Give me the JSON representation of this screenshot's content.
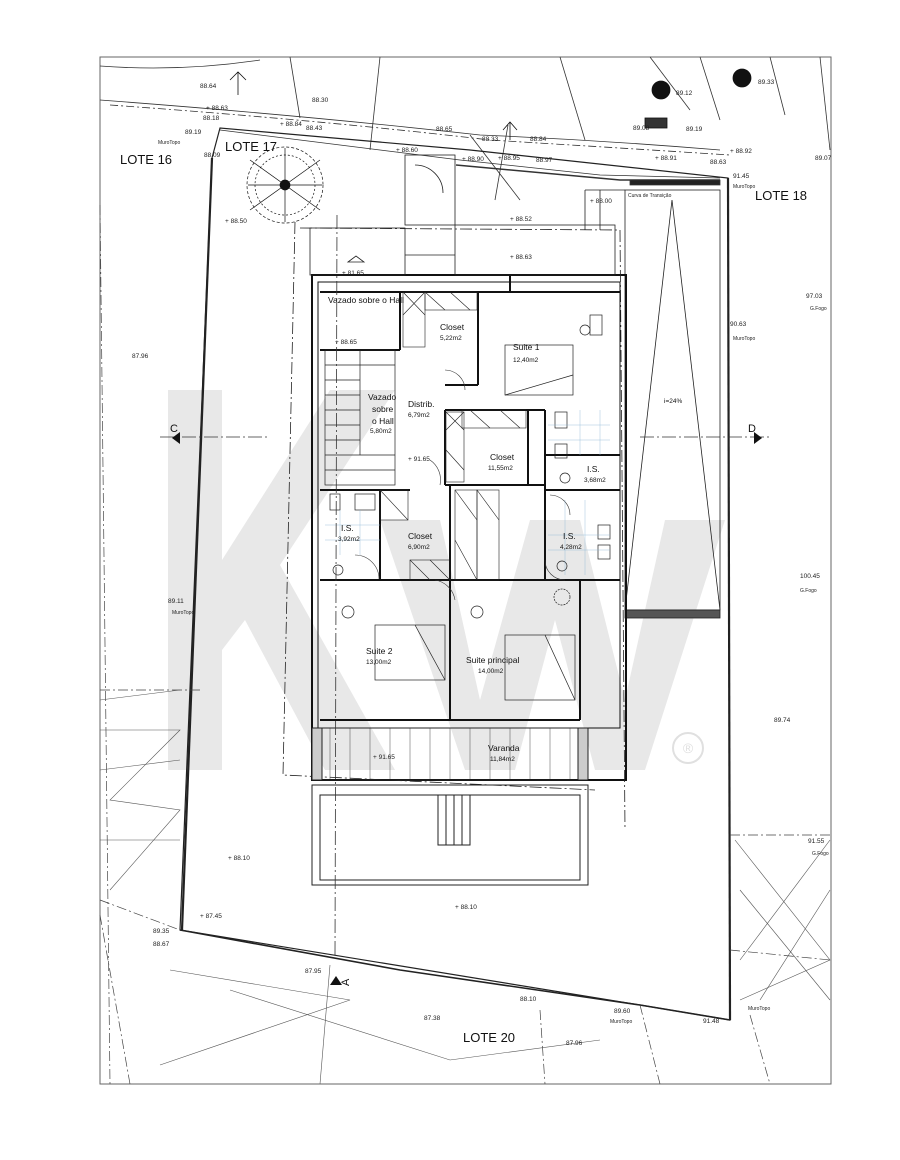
{
  "lots": {
    "lote16": "LOTE 16",
    "lote17": "LOTE 17",
    "lote18": "LOTE 18",
    "lote20": "LOTE 20"
  },
  "rooms": {
    "vazado_top": "Vazado sobre o Hall",
    "vazado_1": "Vazado",
    "vazado_2": "sobre",
    "vazado_3": "o Hall",
    "vazado_area": "5,80m2",
    "closet1": "Closet",
    "closet1_area": "5,22m2",
    "suite1": "Suite 1",
    "suite1_area": "12,40m2",
    "distrib": "Distrib.",
    "distrib_area": "6,79m2",
    "closet2": "Closet",
    "closet2_area": "11,55m2",
    "is1": "I.S.",
    "is1_area": "3,68m2",
    "is2": "I.S.",
    "is2_area": "3,92m2",
    "closet3": "Closet",
    "closet3_area": "6,90m2",
    "is3": "I.S.",
    "is3_area": "4,28m2",
    "suite2": "Suite 2",
    "suite2_area": "13,00m2",
    "suite_principal": "Suite principal",
    "suite_principal_area": "14,00m2",
    "varanda": "Varanda",
    "varanda_area": "11,84m2"
  },
  "cuts": {
    "c": "C",
    "d": "D",
    "a": "A"
  },
  "slope_label": "i=24%",
  "labels": {
    "curva": "Curva de Transição",
    "muro_topo": "MuroTopo",
    "g_fogo": "G.Fogo",
    "watermark": "KW",
    "reg": "®"
  },
  "levels": {
    "l1": "+ 88.63",
    "l2": "+ 88.84",
    "l3": "+ 88.60",
    "l4": "+ 88.90",
    "l5": "+ 88.95",
    "l6": "+ 88.91",
    "l7": "+ 88.00",
    "l8": "+ 88.52",
    "l9": "+ 88.63",
    "l10": "+ 81.65",
    "l11": "+ 88.65",
    "l12": "+ 91.65",
    "l13": "+ 91.65",
    "l14": "+ 88.50",
    "l15": "+ 88.10",
    "l16": "+ 87.45",
    "l17": "+ 88.10",
    "l18": "+ 88.92"
  },
  "spot": {
    "s8830": "88.30",
    "s8818": "88.18",
    "s8919": "89.19",
    "s8900": "88.09",
    "s8843": "88.43",
    "s8864": "88.64",
    "s8865": "88.65",
    "s8833": "88.33",
    "s8884": "88.84",
    "s8997": "88.97",
    "s8912": "89.12",
    "s8933": "89.33",
    "s8919b": "89.19",
    "s8908": "89.08",
    "s9145": "91.45",
    "s8963": "88.63",
    "s8796": "87.96",
    "s9703": "97.03",
    "s9063": "90.63",
    "s10045": "100.45",
    "s8911": "89.11",
    "s8974": "89.74",
    "s9155": "91.55",
    "s8935": "89.35",
    "s8867": "88.67",
    "s8795": "87.95",
    "s8738": "87.38",
    "s8810": "88.10",
    "s8960": "89.60",
    "s9148": "91.48",
    "s8796b": "87.96",
    "s8907": "89.07"
  }
}
